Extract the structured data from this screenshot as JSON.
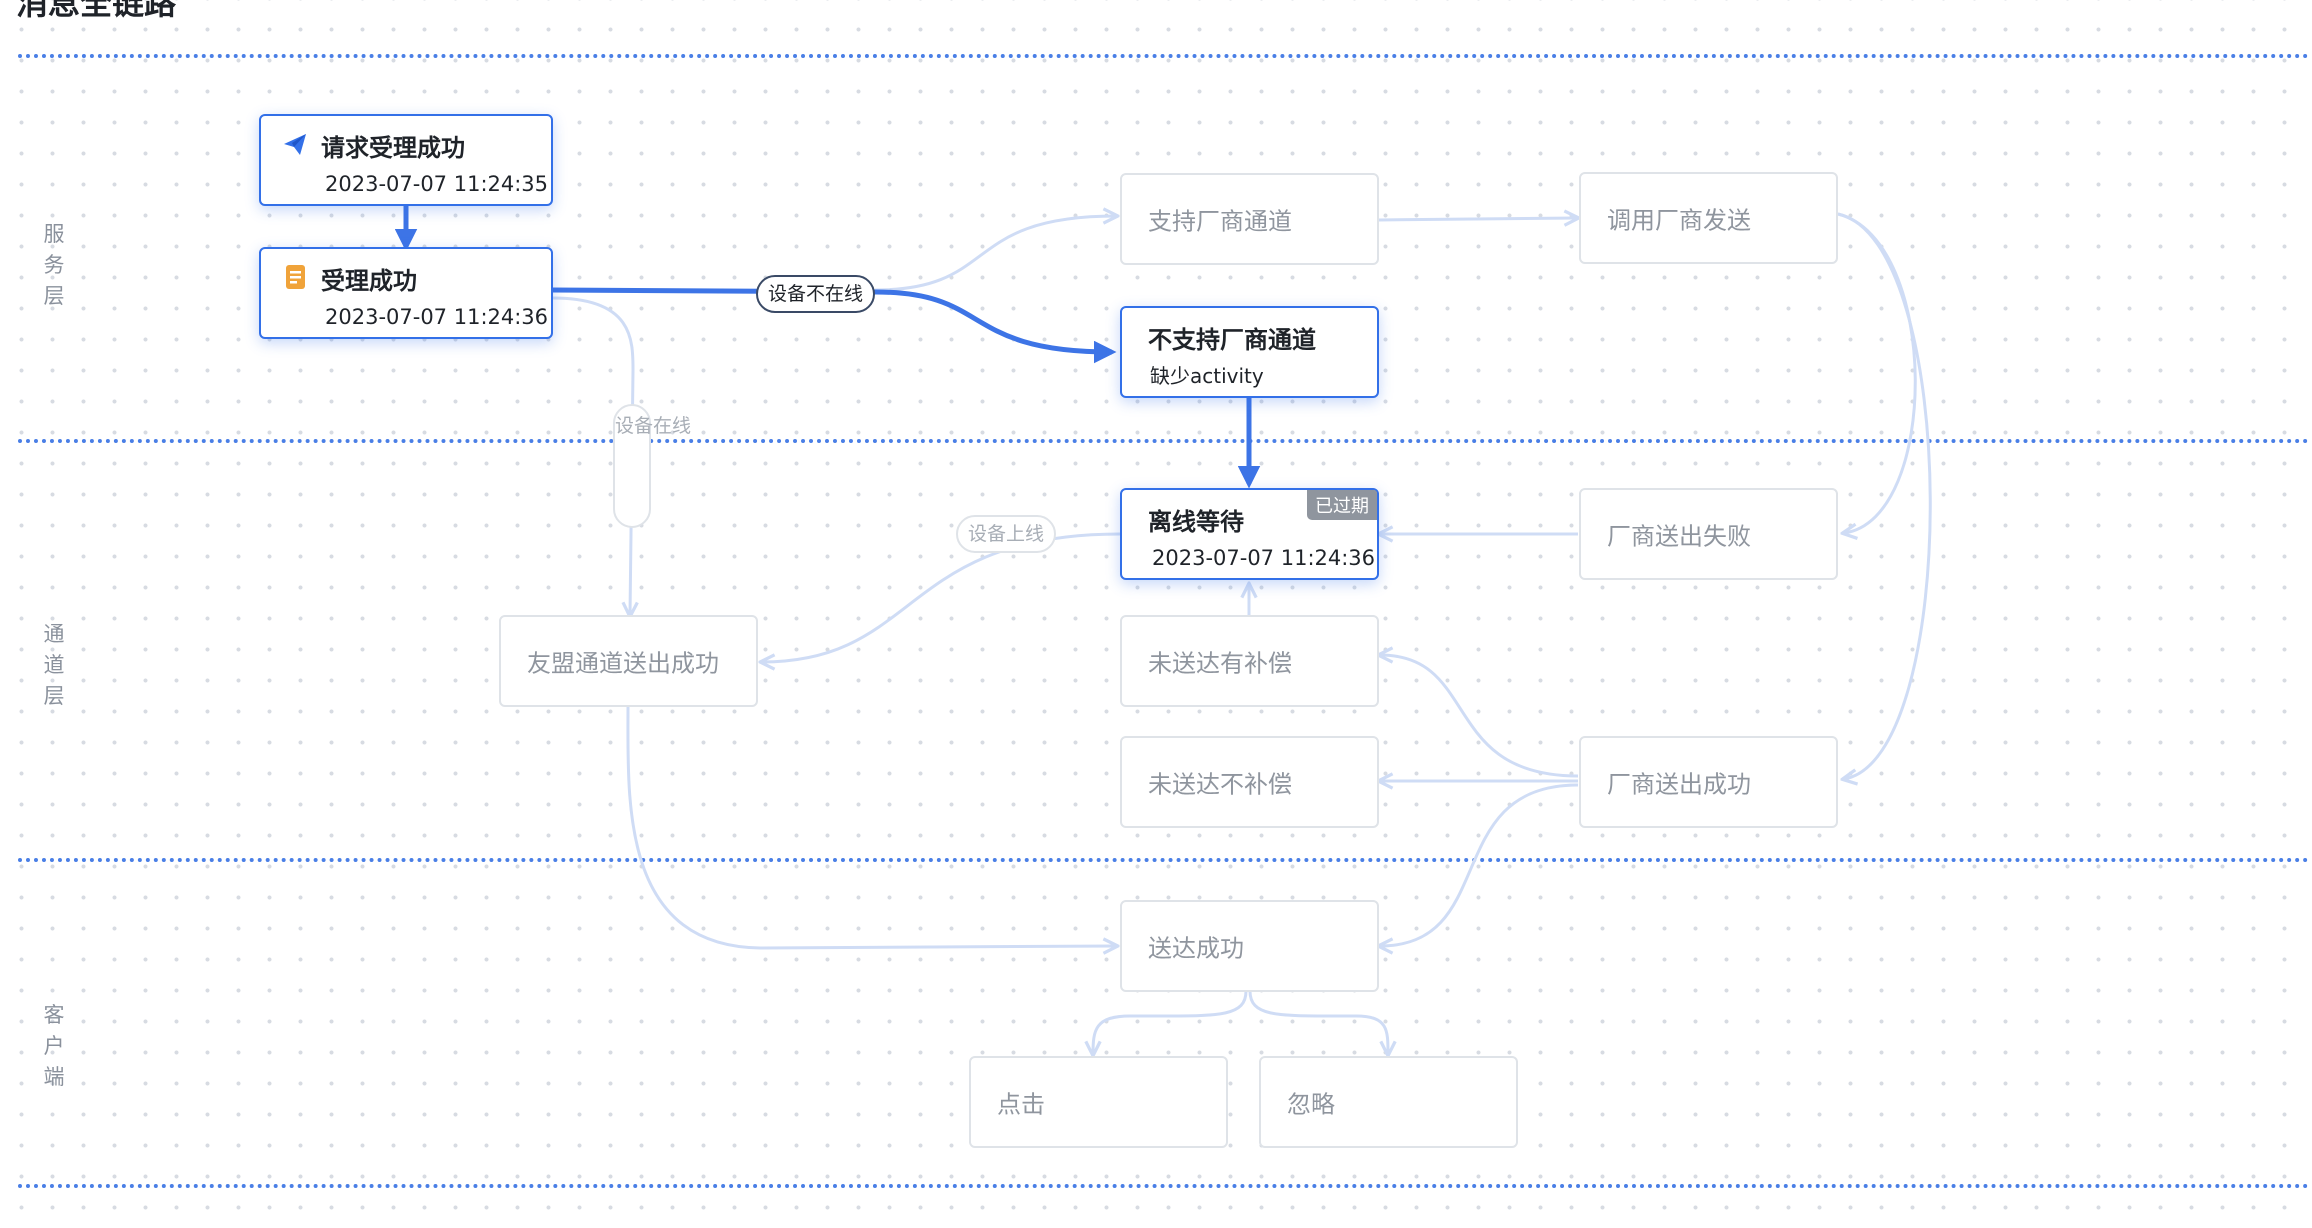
{
  "page": {
    "title": "消息全链路"
  },
  "lanes": [
    {
      "id": "service",
      "label": "服务层"
    },
    {
      "id": "channel",
      "label": "通道层"
    },
    {
      "id": "client",
      "label": "客户端"
    }
  ],
  "nodes": {
    "request_accepted": {
      "title": "请求受理成功",
      "time": "2023-07-07 11:24:35",
      "icon": "paper-plane-icon",
      "state": "active"
    },
    "accepted": {
      "title": "受理成功",
      "time": "2023-07-07 11:24:36",
      "icon": "document-icon",
      "state": "active"
    },
    "vendor_supported": {
      "title": "支持厂商通道",
      "state": "inactive"
    },
    "vendor_call": {
      "title": "调用厂商发送",
      "state": "inactive"
    },
    "vendor_unsupported": {
      "title": "不支持厂商通道",
      "subtitle": "缺少activity",
      "state": "active"
    },
    "offline_wait": {
      "title": "离线等待",
      "time": "2023-07-07 11:24:36",
      "badge": "已过期",
      "state": "active"
    },
    "vendor_send_failed": {
      "title": "厂商送出失败",
      "state": "inactive"
    },
    "umeng_send_success": {
      "title": "友盟通道送出成功",
      "state": "inactive"
    },
    "undelivered_compensated": {
      "title": "未送达有补偿",
      "state": "inactive"
    },
    "undelivered_not_compensated": {
      "title": "未送达不补偿",
      "state": "inactive"
    },
    "vendor_send_success": {
      "title": "厂商送出成功",
      "state": "inactive"
    },
    "delivered": {
      "title": "送达成功",
      "state": "inactive"
    },
    "click": {
      "title": "点击",
      "state": "inactive"
    },
    "ignore": {
      "title": "忽略",
      "state": "inactive"
    }
  },
  "edge_labels": {
    "device_offline": "设备不在线",
    "device_online_vertical": "设备在线",
    "device_came_online": "设备上线"
  },
  "colors": {
    "active_border": "#3370e8",
    "active_edge": "#3d74e6",
    "inactive_edge": "#cfdcf5",
    "inactive_border": "#dfe3e8",
    "divider": "#4a7fe6",
    "badge_bg": "#8f959e",
    "icon_orange": "#f0a33a"
  }
}
